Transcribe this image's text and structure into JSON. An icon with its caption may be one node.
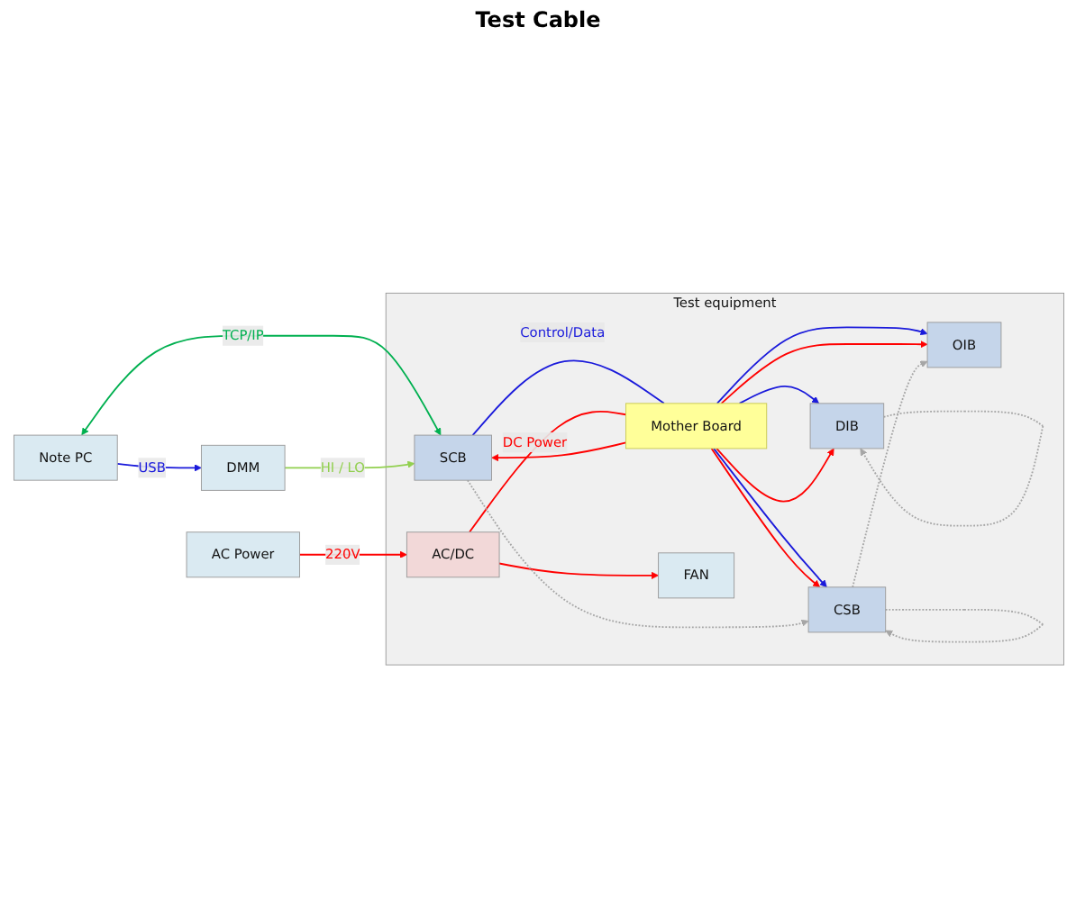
{
  "diagram": {
    "nodes": [
      {
        "text": [
          "Test equipment"
        ]
      },
      {
        "text": [
          "Note PC"
        ]
      },
      {
        "text": [
          "SCB"
        ],
        "in": 0
      },
      {
        "text": [
          "Mother Board"
        ],
        "in": 0
      },
      {
        "text": [
          "AC/DC"
        ],
        "in": 0
      },
      {
        "text": [
          "AC Power"
        ]
      },
      {
        "text": [
          "DIB"
        ],
        "in": 0
      },
      {
        "text": [
          "FAN"
        ],
        "in": 0
      },
      {
        "text": [
          "CSB"
        ],
        "in": 0
      },
      {
        "text": [
          "OIB"
        ],
        "in": 0
      },
      {
        "text": [
          "DMM"
        ]
      }
    ],
    "edges": [
      {
        "from": 1,
        "to": 2,
        "arrow": "both",
        "label": "TCP/IP",
        "color": "#00b050"
      },
      {
        "from": 2,
        "to": 3,
        "arrow": "none",
        "label": "Control/Data",
        "color": "#1a1adb"
      },
      {
        "from": 3,
        "to": 6,
        "arrow": "to",
        "color": "#1a1adb"
      },
      {
        "from": 3,
        "to": 8,
        "arrow": "to",
        "color": "#1a1adb"
      },
      {
        "from": 3,
        "to": 9,
        "arrow": "to",
        "color": "#1a1adb"
      },
      {
        "from": 5,
        "to": 4,
        "arrow": "to",
        "label": "220V",
        "color": "#ff0000"
      },
      {
        "from": 4,
        "to": 3,
        "arrow": "none",
        "label": "DC Power",
        "color": "#ff0000"
      },
      {
        "from": 4,
        "to": 7,
        "arrow": "to",
        "color": "#ff0000"
      },
      {
        "from": 3,
        "to": 2,
        "arrow": "to",
        "color": "#ff0000"
      },
      {
        "from": 3,
        "to": 6,
        "arrow": "to",
        "color": "#ff0000"
      },
      {
        "from": 3,
        "to": 8,
        "arrow": "to",
        "color": "#ff0000"
      },
      {
        "from": 3,
        "to": 9,
        "arrow": "to",
        "color": "#ff0000"
      },
      {
        "from": 10,
        "to": 2,
        "arrow": "to",
        "label": "HI / LO",
        "color": "#92d050"
      },
      {
        "from": 1,
        "to": 10,
        "arrow": "to",
        "label": "USB",
        "color": "#1a1adb"
      },
      {
        "from": 2,
        "to": 8,
        "arrow": "to",
        "style": "dashed",
        "color": "#a6a6a6"
      },
      {
        "from": 6,
        "to": 6,
        "arrow": "to",
        "style": "dashed",
        "color": "#a6a6a6"
      },
      {
        "from": 8,
        "to": 8,
        "arrow": "to",
        "style": "dashed",
        "color": "#a6a6a6"
      },
      {
        "from": 8,
        "to": 9,
        "arrow": "to",
        "style": "dashed",
        "color": "#a6a6a6"
      }
    ],
    "labels": [
      "Test Cable"
    ]
  }
}
